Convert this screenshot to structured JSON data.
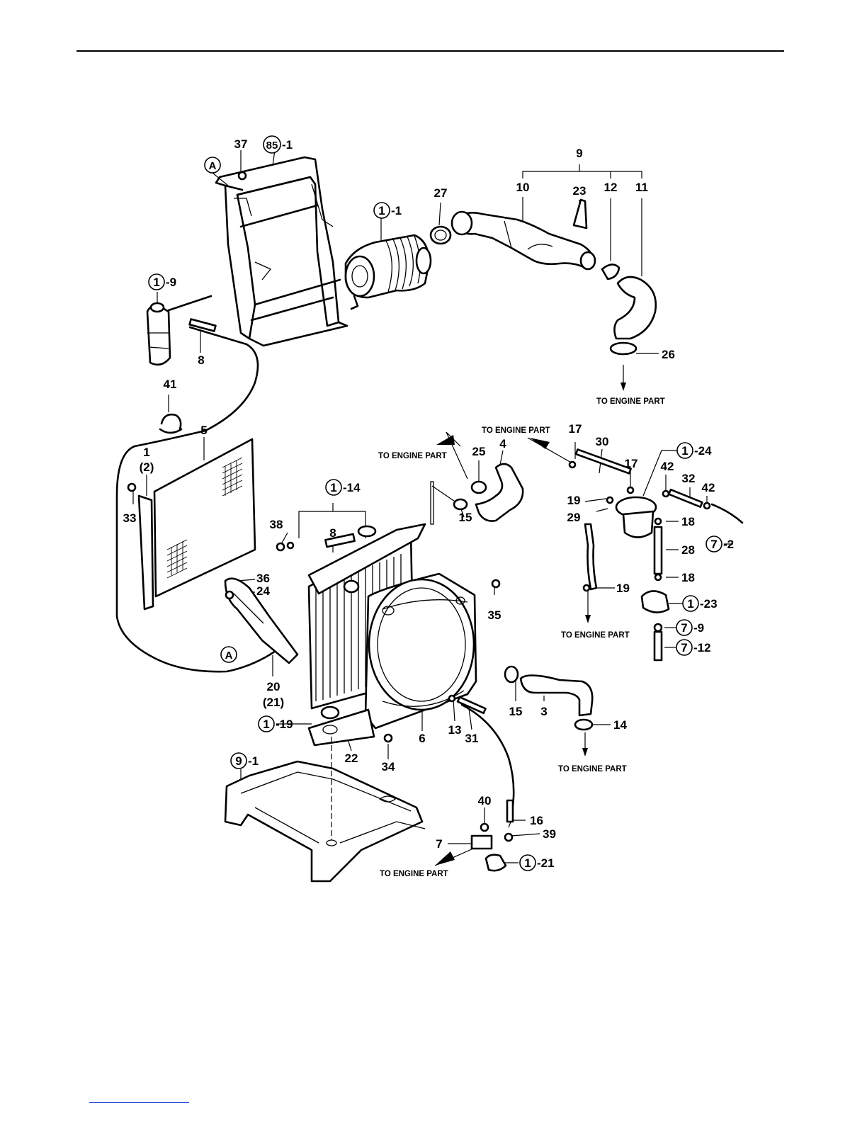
{
  "colors": {
    "ink": "#000000",
    "background": "#ffffff",
    "footer_rule": "#2b4fd6"
  },
  "labels": {
    "l37": "37",
    "l85": "85",
    "l85s": "-1",
    "lA1": "A",
    "lA2": "A",
    "l1_1": "1",
    "l1_1s": "-1",
    "l9": "9",
    "l10": "10",
    "l23": "23",
    "l12": "12",
    "l11": "11",
    "l27": "27",
    "l1_9": "1",
    "l1_9s": "-9",
    "l8a": "8",
    "l26": "26",
    "l41": "41",
    "l5": "5",
    "l1": "1",
    "l2": "(2)",
    "l33": "33",
    "l17a": "17",
    "l30": "30",
    "l17b": "17",
    "l1_24": "1",
    "l1_24s": "-24",
    "l42a": "42",
    "l32": "32",
    "l42b": "42",
    "l25": "25",
    "l4": "4",
    "l15a": "15",
    "l1_14": "1",
    "l1_14s": "-14",
    "l38": "38",
    "l8b": "8",
    "l19a": "19",
    "l29": "29",
    "l18a": "18",
    "l28": "28",
    "l18b": "18",
    "l7_2": "7",
    "l7_2s": "-2",
    "l36": "36",
    "l24": "24",
    "l35": "35",
    "l19b": "19",
    "l1_23": "1",
    "l1_23s": "-23",
    "l7_9": "7",
    "l7_9s": "-9",
    "l7_12": "7",
    "l7_12s": "-12",
    "l20": "20",
    "l21": "(21)",
    "l15b": "15",
    "l3": "3",
    "l14": "14",
    "l13": "13",
    "l31": "31",
    "l6": "6",
    "l1_19": "1",
    "l1_19s": "-19",
    "l22": "22",
    "l34": "34",
    "l9_1": "9",
    "l9_1s": "-1",
    "l40": "40",
    "l16": "16",
    "l39": "39",
    "l7": "7",
    "l1_21": "1",
    "l1_21s": "-21",
    "to_engine": "TO ENGINE PART"
  }
}
